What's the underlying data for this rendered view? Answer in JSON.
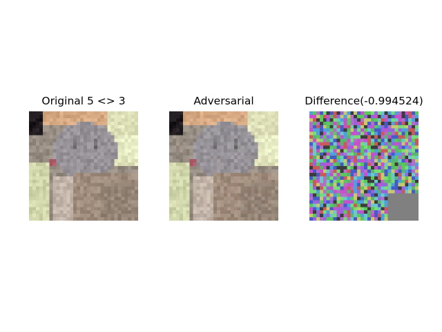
{
  "panels": {
    "original": {
      "title": "Original 5 <> 3"
    },
    "adversarial": {
      "title": "Adversarial"
    },
    "difference": {
      "title": "Difference(-0.994524)"
    }
  }
}
